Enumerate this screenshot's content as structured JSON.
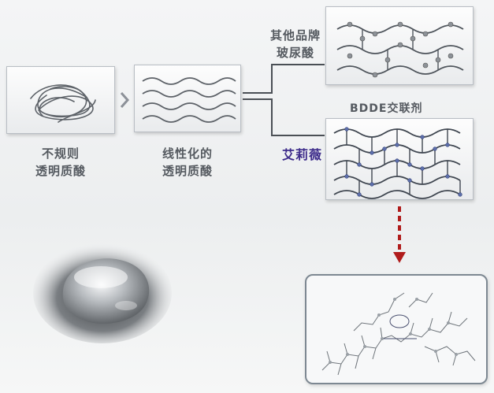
{
  "labels": {
    "irregular_line1": "不规则",
    "irregular_line2": "透明质酸",
    "linear_line1": "线性化的",
    "linear_line2": "透明质酸",
    "other_brand_line1": "其他品牌",
    "other_brand_line2": "玻尿酸",
    "crosslinker": "BDDE交联剂",
    "brand": "艾莉薇"
  },
  "colors": {
    "label_gray": "#555a60",
    "brand_purple": "#3d2b8a",
    "arrow_red": "#b01c1c",
    "connector": "#4a4f55",
    "chevron": "#8c9198"
  }
}
